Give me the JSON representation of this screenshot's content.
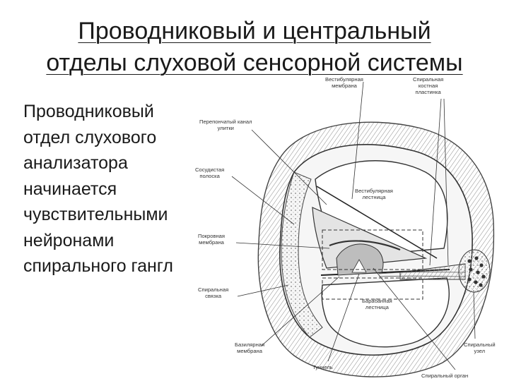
{
  "slide": {
    "title_line1": "Проводниковый и центральный",
    "title_line2": "отделы слуховой сенсорной системы",
    "text_lines": [
      "Проводниковый",
      "отдел слухового",
      "анализатора",
      "начинается",
      "чувствительными",
      "нейронами",
      "спирального гангл"
    ]
  },
  "figure": {
    "labels": {
      "vestibular_membrane": [
        "Вестибулярная",
        "мембрана"
      ],
      "spiral_bony_lamina": [
        "Спиральная",
        "костная",
        "пластинка"
      ],
      "reissner_canal": [
        "Перепончатый канал",
        "улитки"
      ],
      "stria_vascularis": [
        "Сосудистая",
        "полоска"
      ],
      "scala_vestibuli": [
        "Вестибулярная",
        "лестница"
      ],
      "tectorial_membrane": [
        "Покровная",
        "мембрана"
      ],
      "spiral_ligament": [
        "Спиральная",
        "связка"
      ],
      "scala_tympani": [
        "Барабанная",
        "лестница"
      ],
      "basilar_membrane": [
        "Базилярная",
        "мембрана"
      ],
      "spiral_ganglion": [
        "Спиральный",
        "узел"
      ],
      "tunnel": [
        "Туннель"
      ],
      "organ_of_corti": [
        "Спиральный орган"
      ]
    }
  }
}
